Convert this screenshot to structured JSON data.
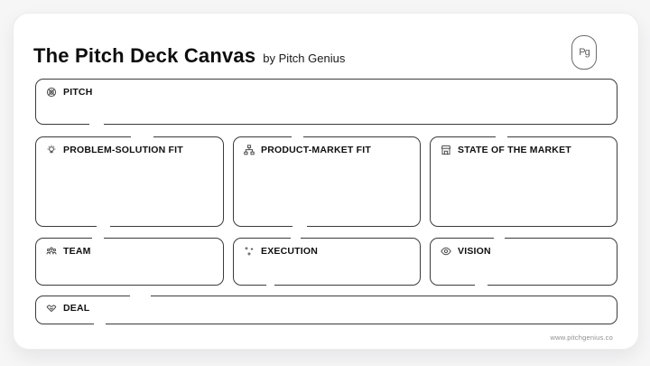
{
  "header": {
    "title": "The Pitch Deck Canvas",
    "subtitle": "by Pitch Genius",
    "logo_monogram": "Pg"
  },
  "sections": {
    "pitch": {
      "label": "PITCH",
      "icon": "target-icon"
    },
    "problem_solution_fit": {
      "label": "PROBLEM-SOLUTION FIT",
      "icon": "lightbulb-icon"
    },
    "product_market_fit": {
      "label": "PRODUCT-MARKET FIT",
      "icon": "hierarchy-icon"
    },
    "state_of_the_market": {
      "label": "STATE OF THE MARKET",
      "icon": "storefront-icon"
    },
    "team": {
      "label": "TEAM",
      "icon": "people-icon"
    },
    "execution": {
      "label": "EXECUTION",
      "icon": "sparkles-icon"
    },
    "vision": {
      "label": "VISION",
      "icon": "eye-icon"
    },
    "deal": {
      "label": "DEAL",
      "icon": "handshake-icon"
    }
  },
  "footer": {
    "website": "www.pitchgenius.co"
  },
  "colors": {
    "box_border": "#3b3b3b",
    "card_background": "#ffffff",
    "page_background": "#f6f6f7",
    "footer_text": "#8f8f8f"
  }
}
